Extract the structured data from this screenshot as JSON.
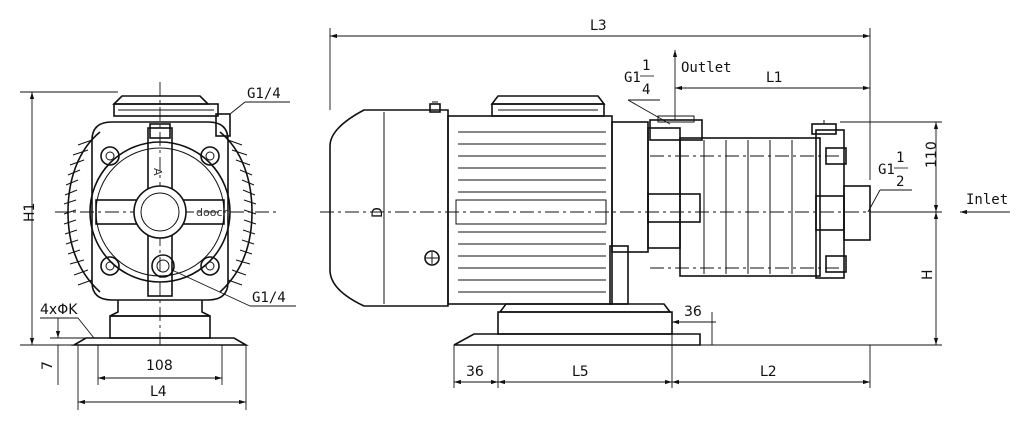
{
  "front_view": {
    "labels": {
      "h1": "H1",
      "port_top": "G1/4",
      "port_bottom": "G1/4",
      "mount_holes": "4xΦK",
      "foot_height": "7",
      "hole_spacing": "108",
      "base_width": "L4",
      "brand": "dooch",
      "arrow": "A"
    }
  },
  "side_view": {
    "labels": {
      "overall_length": "L3",
      "outlet": "Outlet",
      "outlet_size_whole": "G1",
      "outlet_size_num": "1",
      "outlet_size_den": "4",
      "outlet_to_end": "L1",
      "inlet": "Inlet",
      "inlet_size_whole": "G1",
      "inlet_size_num": "1",
      "inlet_size_den": "2",
      "inlet_offset": "110",
      "shaft_height": "H",
      "motor_diameter": "D",
      "foot_offset_right": "36",
      "foot_offset_left": "36",
      "foot_length": "L5",
      "foot_to_end": "L2"
    }
  }
}
